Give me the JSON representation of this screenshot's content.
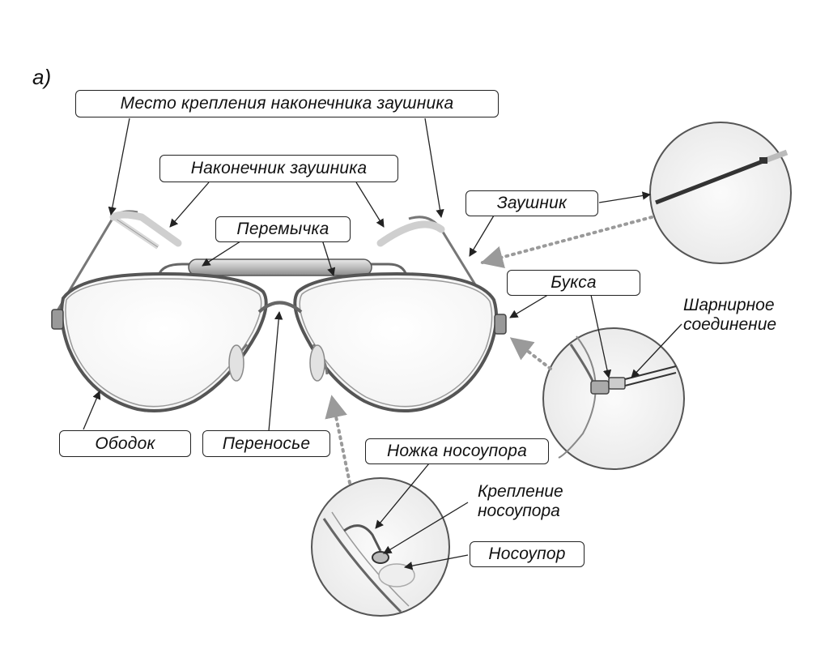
{
  "panel_letter": "а)",
  "labels": {
    "temple_tip_mount": "Место крепления наконечника заушника",
    "temple_tip": "Наконечник заушника",
    "temple": "Заушник",
    "top_bar": "Перемычка",
    "endpiece": "Букса",
    "hinge": "Шарнирное\nсоединение",
    "rim": "Ободок",
    "bridge": "Переносье",
    "pad_arm": "Ножка носоупора",
    "pad_mount": "Крепление\nносоупора",
    "nose_pad": "Носоупор"
  },
  "colors": {
    "line": "#222222",
    "metal": "#6e6e6e",
    "dotted": "#9a9a9a"
  }
}
